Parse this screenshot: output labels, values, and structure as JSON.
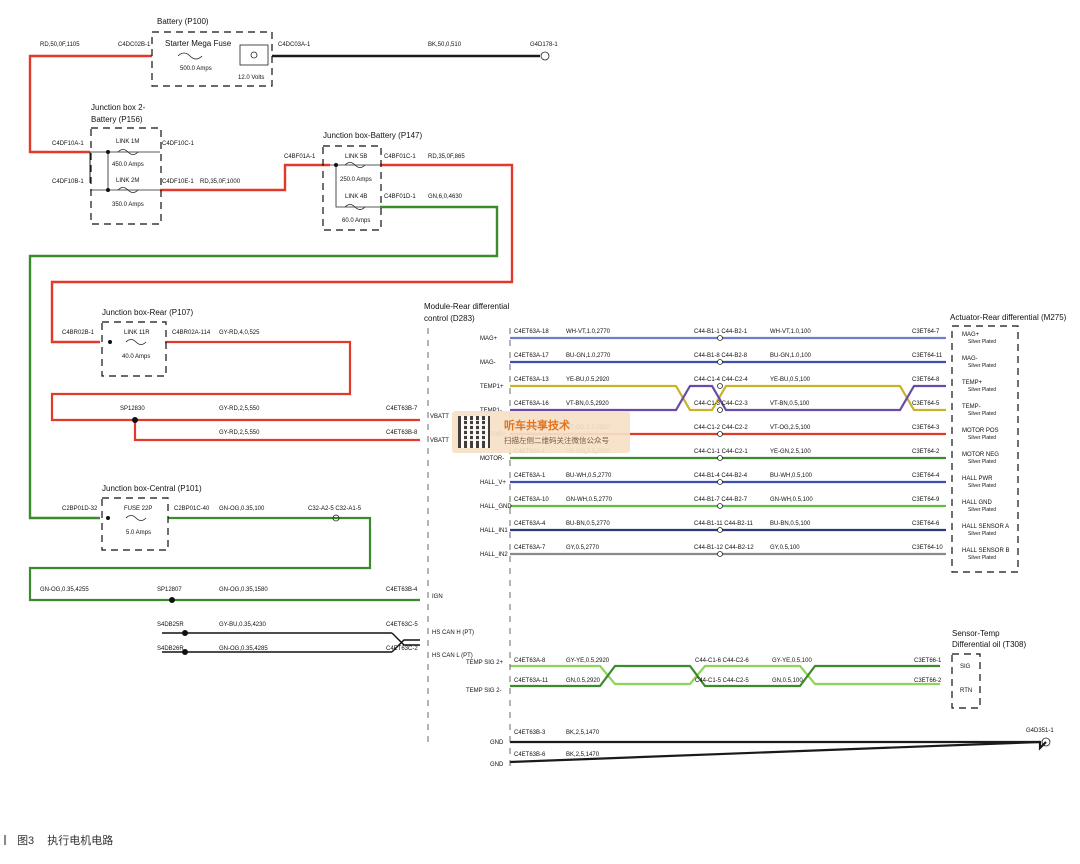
{
  "colors": {
    "red": "#e23a2a",
    "black": "#1a1a1a",
    "green": "#3c8a2e",
    "lightgreen": "#8fd45a",
    "blue": "#3d4fb0",
    "yellow_bn": "#c8b32a",
    "violet": "#6a4aa8",
    "grey": "#8a8a8a",
    "wm_orange": "#e2731c"
  },
  "boxes": {
    "battery": {
      "title": "Battery (P100)",
      "fuse": "Starter Mega Fuse",
      "amps": "500.0 Amps",
      "volts": "12.0 Volts"
    },
    "jb2": {
      "title1": "Junction box 2-",
      "title2": "Battery (P156)",
      "link1": "LINK 1M",
      "link1_amps": "450.0 Amps",
      "link2": "LINK 2M",
      "link2_amps": "350.0 Amps"
    },
    "jbb": {
      "title": "Junction box-Battery (P147)",
      "link1": "LINK 5B",
      "link1_amps": "250.0 Amps",
      "link2": "LINK 4B",
      "link2_amps": "60.0 Amps"
    },
    "jbr": {
      "title": "Junction box-Rear (P107)",
      "link": "LINK 11R",
      "amps": "40.0 Amps"
    },
    "jbc": {
      "title": "Junction box-Central (P101)",
      "fuse": "FUSE 22P",
      "amps": "5.0 Amps"
    },
    "module": {
      "title1": "Module-Rear differential",
      "title2": "control (D283)"
    },
    "actuator": {
      "title": "Actuator-Rear differential (M275)"
    },
    "sensor": {
      "title1": "Sensor-Temp",
      "title2": "Differential oil (T308)"
    }
  },
  "labels": {
    "c4dc02b": "C4DC02B-1",
    "c4dc03a": "C4DC03A-1",
    "rd_1105": "RD,50,0F,1105",
    "bk_510": "BK,50,0,510",
    "g4d178": "G4D178-1",
    "c4df10a": "C4DF10A-1",
    "c4df10b": "C4DF10B-1",
    "c4df10c": "C4DF10C-1",
    "c4df10e": "C4DF10E-1",
    "rd_1000": "RD,35,0F,1000",
    "c4bf01a": "C4BF01A-1",
    "c4bf01c": "C4BF01C-1",
    "c4bf01d": "C4BF01D-1",
    "rd_865": "RD,35,0F,865",
    "gn_4630": "GN,6,0,4630",
    "c4br02b": "C4BR02B-1",
    "c4br02a": "C4BR02A-114",
    "gyrd_525": "GY-RD,4,0,525",
    "sp12830": "SP12830",
    "gyrd_550a": "GY-RD,2,5,550",
    "gyrd_550b": "GY-RD,2,5,550",
    "c4et63b7": "C4ET63B-7",
    "c4et63b8": "C4ET63B-8",
    "vbatt1": "VBATT",
    "vbatt2": "VBATT",
    "c2bp01d": "C2BP01D-32",
    "c2bp01c": "C2BP01C-40",
    "gnog_100": "GN-OG,0.35,100",
    "c32": "C32-A2-5 C32-A1-5",
    "gnog_4255": "GN-OG,0.35,4255",
    "sp12807": "SP12807",
    "gnog_1580": "GN-OG,0.35,1580",
    "c4et63b4": "C4ET63B-4",
    "ign": "IGN",
    "s4db25r": "S4DB25R",
    "s4db26r": "S4DB26R",
    "gybu_4230": "GY-BU,0.35,4230",
    "gnog_4285": "GN-OG,0.35,4285",
    "c4et63c5": "C4ET63C-5",
    "c4et63c2": "C4ET63C-2",
    "hscanh": "HS CAN H (PT)",
    "hscanl": "HS CAN L (PT)",
    "gnd1": "GND",
    "gnd2": "GND",
    "c4et63b3": "C4ET63B-3",
    "c4et63b6": "C4ET63B-6",
    "bk_1470a": "BK,2,5,1470",
    "bk_1470b": "BK,2,5,1470",
    "g4d351": "G4D351-1",
    "tempsig_plus": "TEMP SIG 2+",
    "tempsig_minus": "TEMP SIG 2-",
    "c4et63a8": "C4ET63A-8",
    "c4et63a11": "C4ET63A-11",
    "gyye_2920": "GY-YE,0.5,2920",
    "gn_2920": "GN,0.5,2920",
    "c44c16": "C44-C1-6 C44-C2-6",
    "c44c15": "C44-C1-5 C44-C2-5",
    "gyye_100": "GY-YE,0.5,100",
    "gn_100": "GN,0.5,100",
    "c3et661": "C3ET66-1",
    "c3et662": "C3ET66-2",
    "sig": "SIG",
    "rtn": "RTN"
  },
  "rows": [
    {
      "pin": "MAG+",
      "conn": "C4ET63A-18",
      "wire1": "WH-VT,1.0,2770",
      "inline": "C44-B1-1 C44-B2-1",
      "wire2": "WH-VT,1.0,100",
      "aconn": "C3ET64-7",
      "apin": "MAG+",
      "sub": "Silver Plated",
      "color": "#6f7fd0"
    },
    {
      "pin": "MAG-",
      "conn": "C4ET63A-17",
      "wire1": "BU-GN,1.0,2770",
      "inline": "C44-B1-8 C44-B2-8",
      "wire2": "BU-GN,1.0,100",
      "aconn": "C3ET64-11",
      "apin": "MAG-",
      "sub": "Silver Plated",
      "color": "#3d4fb0"
    },
    {
      "pin": "TEMP1+",
      "conn": "C4ET63A-13",
      "wire1": "YE-BU,0.5,2920",
      "inline": "C44-C1-4 C44-C2-4",
      "wire2": "YE-BU,0.5,100",
      "aconn": "C3ET64-8",
      "apin": "TEMP+",
      "sub": "Silver Plated",
      "color": "#c8b32a"
    },
    {
      "pin": "TEMP1-",
      "conn": "C4ET63A-16",
      "wire1": "VT-BN,0.5,2920",
      "inline": "C44-C1-3 C44-C2-3",
      "wire2": "VT-BN,0.5,100",
      "aconn": "C3ET64-5",
      "apin": "TEMP-",
      "sub": "Silver Plated",
      "color": "#6a4aa8"
    },
    {
      "pin": "MOTOR+",
      "conn": "C4ET63A-2",
      "wire1": "VT-OG,2.5,2920",
      "inline": "C44-C1-2 C44-C2-2",
      "wire2": "VT-OG,2.5,100",
      "aconn": "C3ET64-3",
      "apin": "MOTOR POS",
      "sub": "Silver Plated",
      "color": "#e23a2a"
    },
    {
      "pin": "MOTOR-",
      "conn": "C4ET63A-1",
      "wire1": "YE-GN,2.5,2920",
      "inline": "C44-C1-1 C44-C2-1",
      "wire2": "YE-GN,2.5,100",
      "aconn": "C3ET64-2",
      "apin": "MOTOR NEG",
      "sub": "Silver Plated",
      "color": "#3c8a2e"
    },
    {
      "pin": "HALL_V+",
      "conn": "C4ET63A-1",
      "wire1": "BU-WH,0.5,2770",
      "inline": "C44-B1-4 C44-B2-4",
      "wire2": "BU-WH,0.5,100",
      "aconn": "C3ET64-4",
      "apin": "HALL PWR",
      "sub": "Silver Plated",
      "color": "#3d4fb0"
    },
    {
      "pin": "HALL_GND",
      "conn": "C4ET63A-10",
      "wire1": "GN-WH,0.5,2770",
      "inline": "C44-B1-7 C44-B2-7",
      "wire2": "GN-WH,0.5,100",
      "aconn": "C3ET64-9",
      "apin": "HALL GND",
      "sub": "Silver Plated",
      "color": "#5fbf45"
    },
    {
      "pin": "HALL_IN1",
      "conn": "C4ET63A-4",
      "wire1": "BU-BN,0.5,2770",
      "inline": "C44-B1-11 C44-B2-11",
      "wire2": "BU-BN,0.5,100",
      "aconn": "C3ET64-6",
      "apin": "HALL SENSOR A",
      "sub": "Silver Plated",
      "color": "#2c3a78"
    },
    {
      "pin": "HALL_IN2",
      "conn": "C4ET63A-7",
      "wire1": "GY,0.5,2770",
      "inline": "C44-B1-12 C44-B2-12",
      "wire2": "GY,0.5,100",
      "aconn": "C3ET64-10",
      "apin": "HALL SENSOR B",
      "sub": "Silver Plated",
      "color": "#8a8a8a"
    }
  ],
  "watermark": {
    "title": "听车共享技术",
    "sub": "扫描左侧二维码关注微信公众号"
  },
  "caption": {
    "fig": "图3",
    "text": "执行电机电路"
  }
}
